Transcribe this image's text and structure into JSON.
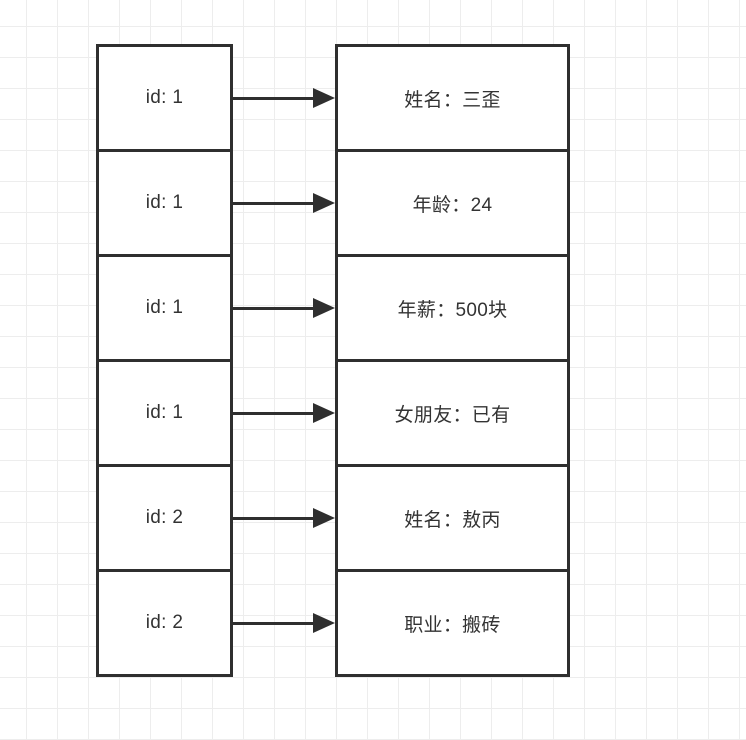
{
  "colors": {
    "background": "#ffffff",
    "grid_line": "#ededed",
    "shape_stroke": "#2f2f2f",
    "shape_fill": "#ffffff",
    "text": "#333333",
    "arrow": "#2f2f2f"
  },
  "diagram": {
    "rows": [
      {
        "key": "id: 1",
        "value": "姓名：三歪"
      },
      {
        "key": "id: 1",
        "value": "年龄：24"
      },
      {
        "key": "id: 1",
        "value": "年薪：500块"
      },
      {
        "key": "id: 1",
        "value": "女朋友：已有"
      },
      {
        "key": "id: 2",
        "value": "姓名：敖丙"
      },
      {
        "key": "id: 2",
        "value": "职业：搬砖"
      }
    ]
  }
}
